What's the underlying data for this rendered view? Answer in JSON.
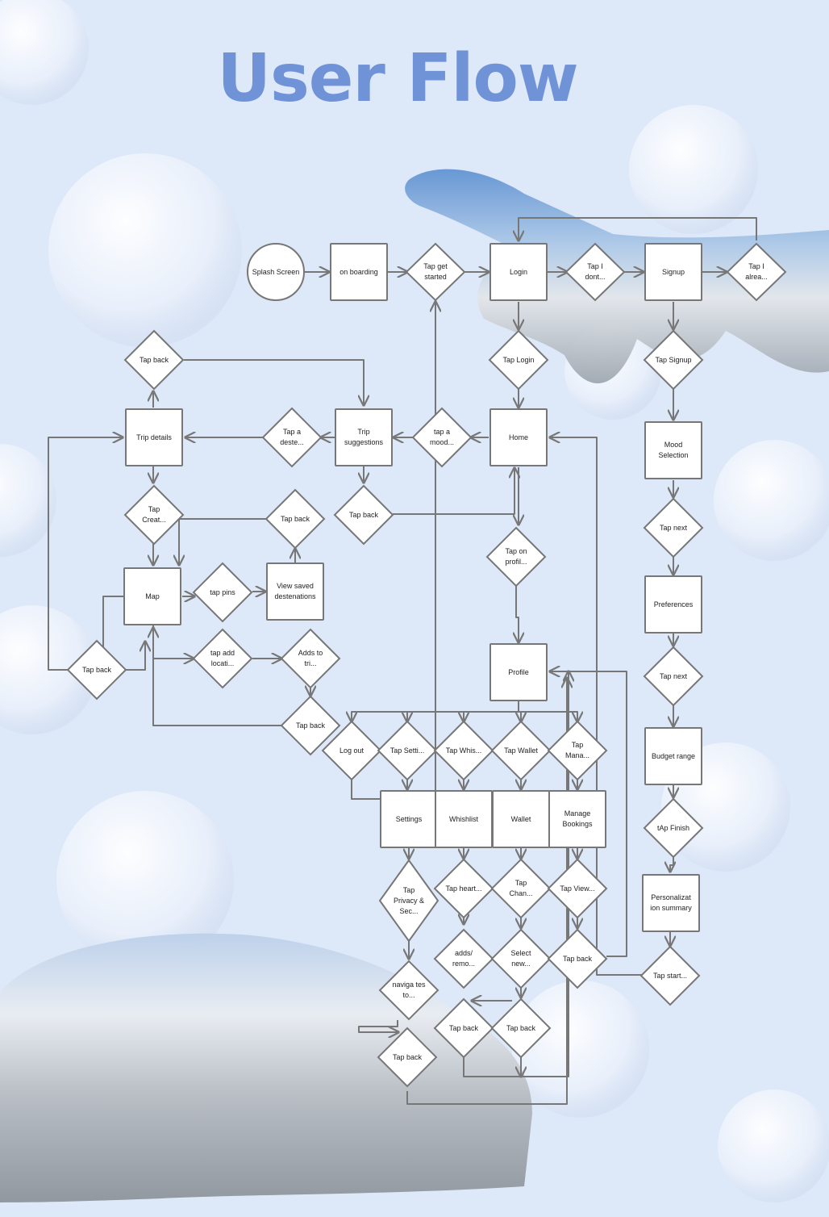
{
  "page": {
    "title": "User Flow"
  },
  "colors": {
    "title": "#6f93d6",
    "stroke": "#777777",
    "node_fill": "#ffffff",
    "background": "#dde8f8"
  },
  "nodes": {
    "splash": "Splash Screen",
    "onboarding": "on boarding",
    "tap_get_started": "Tap get started",
    "login": "Login",
    "tap_dont": "Tap I dont...",
    "signup": "Signup",
    "tap_already": "Tap I alrea...",
    "tap_login": "Tap Login",
    "tap_signup": "Tap Signup",
    "home": "Home",
    "tap_mood": "tap a mood...",
    "trip_suggestions": "Trip suggestions",
    "tap_destination": "Tap a deste...",
    "trip_details": "Trip details",
    "tap_back_top": "Tap back",
    "tap_back_suggest": "Tap back",
    "tap_create": "Tap Creat...",
    "tap_back_saved": "Tap back",
    "map": "Map",
    "tap_pins": "tap pins",
    "view_saved": "View saved destenations",
    "tap_add_location": "tap add locati...",
    "adds_to_trip": "Adds to tri...",
    "tap_back_left": "Tap back",
    "tap_back_map": "Tap back",
    "tap_on_profile": "Tap on profil...",
    "profile": "Profile",
    "mood_selection": "Mood Selection",
    "tap_next_1": "Tap next",
    "preferences": "Preferences",
    "tap_next_2": "Tap next",
    "budget_range": "Budget range",
    "tap_finish": "tAp Finish",
    "personalization": "Personalizat ion summary",
    "tap_start": "Tap start...",
    "log_out": "Log out",
    "tap_settings": "Tap Setti...",
    "tap_whishlist": "Tap Whis...",
    "tap_wallet": "Tap Wallet",
    "tap_manage": "Tap Mana...",
    "settings": "Settings",
    "whishlist": "Whishlist",
    "wallet": "Wallet",
    "manage_bookings": "Manage Bookings",
    "tap_privacy": "Tap Privacy & Sec...",
    "tap_heart": "Tap heart...",
    "tap_change": "Tap Chan...",
    "tap_view": "Tap View...",
    "adds_remove": "adds/ remo...",
    "select_new": "Select new...",
    "tap_back_manage": "Tap back",
    "navigates_to": "naviga tes to...",
    "tap_back_whish": "Tap back",
    "tap_back_wallet": "Tap back",
    "tap_back_settings": "Tap back"
  }
}
